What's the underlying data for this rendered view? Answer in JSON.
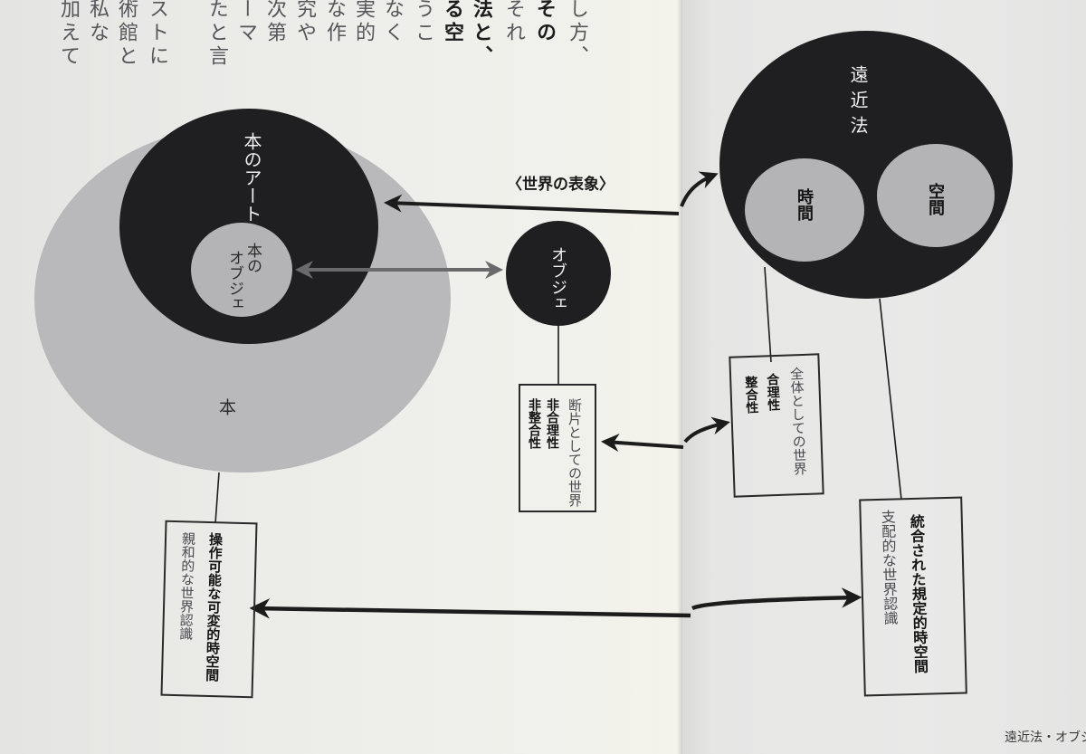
{
  "page": {
    "type": "book spread photo",
    "body_text_columns": [
      {
        "text": "加えて",
        "bold": false
      },
      {
        "text": "私な",
        "bold": false
      },
      {
        "text": "術館と",
        "bold": false
      },
      {
        "text": "ストに",
        "bold": false
      },
      {
        "text": "たと言",
        "bold": false
      },
      {
        "text": "ーマ",
        "bold": false
      },
      {
        "text": "次第",
        "bold": false
      },
      {
        "text": "究や",
        "bold": false
      },
      {
        "text": "な作",
        "bold": false
      },
      {
        "text": "実的",
        "bold": false
      },
      {
        "text": "なく",
        "bold": false
      },
      {
        "text": "うこ",
        "bold": false
      },
      {
        "text": "る空",
        "bold": true
      },
      {
        "text": "法と、",
        "bold": true
      },
      {
        "text": "それ",
        "bold": false
      },
      {
        "text": "その",
        "bold": true
      },
      {
        "text": "し方、",
        "bold": false
      }
    ],
    "footer": "遠近法・オブジ"
  },
  "diagram": {
    "colors": {
      "dark_fill": "#1f1f22",
      "light_fill": "#b4b4b6",
      "outer_fill": "#b9b9bb",
      "line": "#1c1c1c",
      "gray_arrow": "#6a6a6c"
    },
    "left_group": {
      "outer_circle_label": "本",
      "dark_circle_label": "本のアート",
      "inner_circle_label_line1": "本の",
      "inner_circle_label_line2": "オブジェ"
    },
    "middle_circle_label": "オブジェ",
    "right_group": {
      "dark_circle_label": "遠近法",
      "sub_circle_left": "時間",
      "sub_circle_right": "空間"
    },
    "arrow_label": "〈世界の表象〉",
    "boxes": {
      "fragment": {
        "title": "断片としての世界",
        "line1": "非合理性",
        "line2": "非整合性"
      },
      "whole": {
        "title": "全体としての世界",
        "line1": "合理性",
        "line2": "整合性"
      },
      "book_bottom": {
        "line1": "操作可能な可変的時空間",
        "line2": "親和的な世界認識"
      },
      "perspective_bottom": {
        "line1": "統合された規定的時空間",
        "line2": "支配的な世界認識"
      }
    }
  }
}
